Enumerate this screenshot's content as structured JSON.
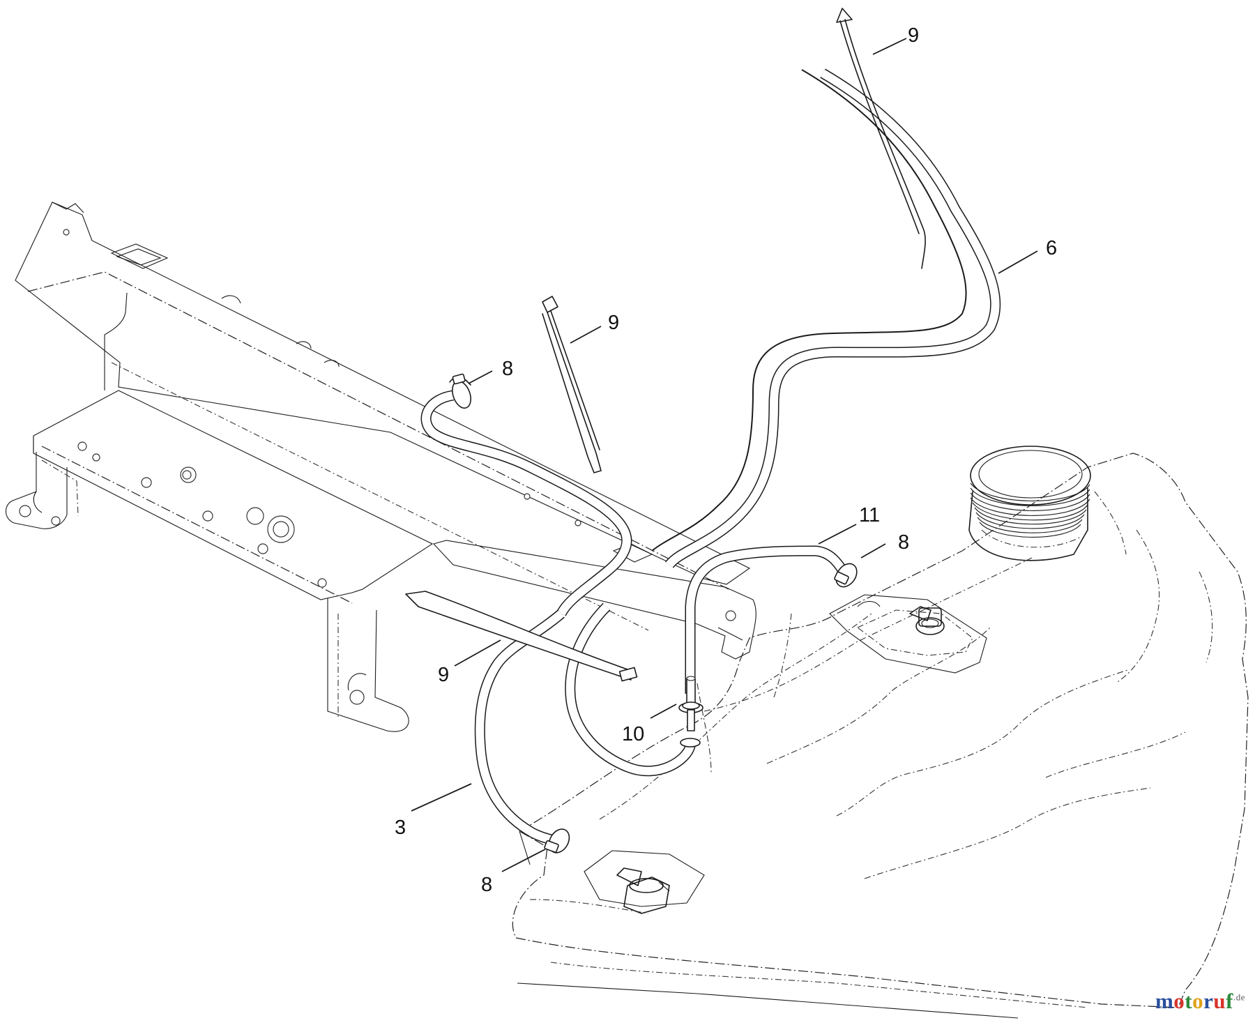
{
  "callouts": [
    {
      "id": "c1",
      "label": "9"
    },
    {
      "id": "c2",
      "label": "6"
    },
    {
      "id": "c3",
      "label": "9"
    },
    {
      "id": "c4",
      "label": "8"
    },
    {
      "id": "c5",
      "label": "11"
    },
    {
      "id": "c6",
      "label": "8"
    },
    {
      "id": "c7",
      "label": "9"
    },
    {
      "id": "c8",
      "label": "10"
    },
    {
      "id": "c9",
      "label": "3"
    },
    {
      "id": "c10",
      "label": "8"
    }
  ],
  "watermark": {
    "letters": [
      "m",
      "o",
      "t",
      "o",
      "r",
      "u",
      "f"
    ],
    "colors": [
      "#2b4f9e",
      "#d9342b",
      "#2e8b3c",
      "#e0a21a",
      "#2b4f9e",
      "#d9342b",
      "#2e8b3c"
    ],
    "suffix": ".de"
  }
}
